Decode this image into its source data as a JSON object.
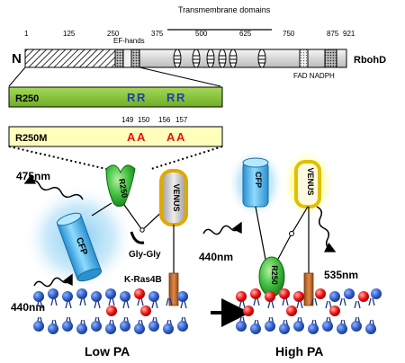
{
  "rbohd": {
    "label": "RbohD",
    "n_terminus": "N",
    "transmembrane_title": "Transmembrane domains",
    "positions": [
      "1",
      "125",
      "250",
      "375",
      "500",
      "625",
      "750",
      "875",
      "921"
    ],
    "ef_hands_label": "EF-hands",
    "fad_label": "FAD",
    "nadph_label": "NADPH"
  },
  "r250": {
    "label": "R250",
    "residues": [
      "R",
      "R",
      "R",
      "R"
    ]
  },
  "r250m": {
    "label": "R250M",
    "residue_numbers": [
      "149",
      "150",
      "156",
      "157"
    ],
    "residues": [
      "A",
      "A",
      "A",
      "A"
    ]
  },
  "low_pa": {
    "title": "Low PA",
    "emission": "475nm",
    "excitation": "440nm",
    "cfp_label": "CFP",
    "venus_label": "VENUS",
    "r250_label": "R250",
    "linker_label": "Gly-Gly",
    "anchor_label": "K-Ras4B"
  },
  "high_pa": {
    "title": "High PA",
    "emission": "535nm",
    "excitation": "440nm",
    "cfp_label": "CFP",
    "venus_label": "VENUS",
    "r250_label": "R250"
  },
  "colors": {
    "r250_bar": "#8ec63f",
    "r250m_bar": "#ffffbb",
    "cfp": "#5bc2ee",
    "cfp_glow": "#a9dcf7",
    "venus": "#fff6a8",
    "venus_glow": "#ffff33",
    "r250_domain": "#44b844",
    "lipid": "#2f5fc8",
    "pa_lipid": "#ee1111",
    "kras_anchor": "#c86a2a",
    "wild_type_residue": "#1f3faa",
    "mutant_residue": "#ee1111"
  }
}
